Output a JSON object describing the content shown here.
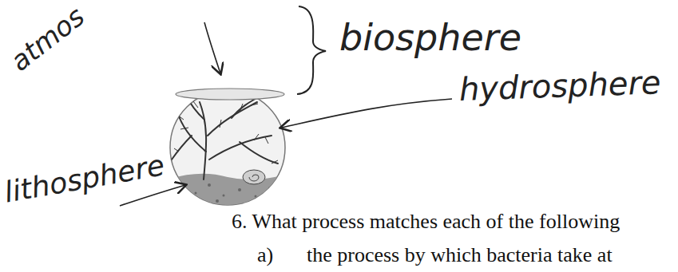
{
  "diagram": {
    "labels": [
      "atmos",
      "biosphere",
      "hydrosphere",
      "lithosphere",
      "6. What process matches each of the following",
      "a)",
      "the process by which bacteria take at"
    ]
  }
}
